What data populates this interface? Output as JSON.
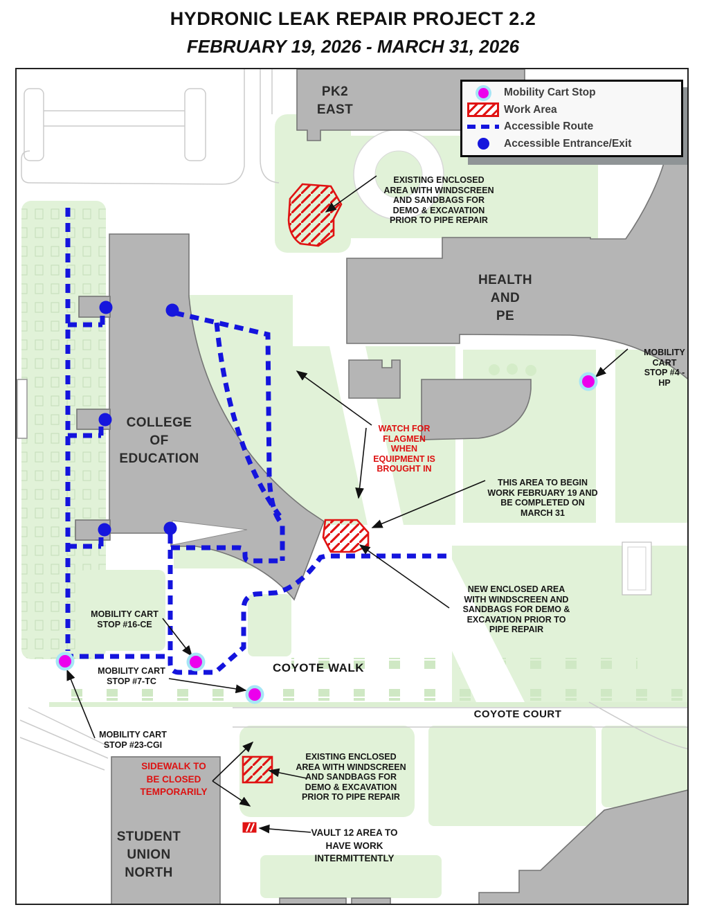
{
  "title": "HYDRONIC LEAK REPAIR PROJECT 2.2",
  "subtitle": "FEBRUARY 19, 2026 - MARCH 31, 2026",
  "legend": {
    "items": [
      {
        "id": "mobility-cart-stop",
        "label": "Mobility Cart Stop"
      },
      {
        "id": "work-area",
        "label": "Work Area"
      },
      {
        "id": "accessible-route",
        "label": "Accessible Route"
      },
      {
        "id": "accessible-entrance-exit",
        "label": "Accessible Entrance/Exit"
      }
    ]
  },
  "buildings": {
    "pk2_east": "PK2\nEAST",
    "health_pe": "HEALTH\nAND\nPE",
    "college_of_education": "COLLEGE\nOF\nEDUCATION",
    "student_union_north": "STUDENT\nUNION\nNORTH"
  },
  "places": {
    "coyote_walk": "COYOTE WALK",
    "coyote_court": "COYOTE COURT"
  },
  "annotations": {
    "existing_enclosed_top": "EXISTING ENCLOSED\nAREA WITH WINDSCREEN\nAND SANDBAGS FOR\nDEMO & EXCAVATION\nPRIOR TO PIPE REPAIR",
    "watch_for_flagmen": "WATCH FOR\nFLAGMEN\nWHEN\nEQUIPMENT IS\nBROUGHT IN",
    "this_area_schedule": "THIS AREA TO BEGIN\nWORK FEBRUARY 19 AND\nBE COMPLETED ON\nMARCH 31",
    "mobility_cart_stop_4": "MOBILITY\nCART\nSTOP #4 - HP",
    "new_enclosed": "NEW ENCLOSED AREA\nWITH WINDSCREEN AND\nSANDBAGS FOR DEMO &\nEXCAVATION PRIOR TO\nPIPE REPAIR",
    "mobility_cart_stop_16": "MOBILITY CART\nSTOP #16-CE",
    "mobility_cart_stop_7": "MOBILITY CART\nSTOP #7-TC",
    "mobility_cart_stop_23": "MOBILITY CART\nSTOP #23-CGI",
    "sidewalk_closed": "SIDEWALK TO\nBE CLOSED\nTEMPORARILY",
    "existing_enclosed_bottom": "EXISTING ENCLOSED\nAREA WITH WINDSCREEN\nAND SANDBAGS FOR\nDEMO & EXCAVATION\nPRIOR TO PIPE REPAIR",
    "vault_12": "VAULT 12 AREA TO\nHAVE WORK\nINTERMITTENTLY"
  },
  "colors": {
    "route_blue": "#1414dd",
    "cart_stop_magenta": "#ec00ec",
    "cart_stop_ring": "#a5e5f6",
    "work_area_red": "#e01212",
    "warning_text_red": "#dd1111",
    "lawn_green": "#e1f2d8",
    "building_gray": "#b5b5b5"
  }
}
